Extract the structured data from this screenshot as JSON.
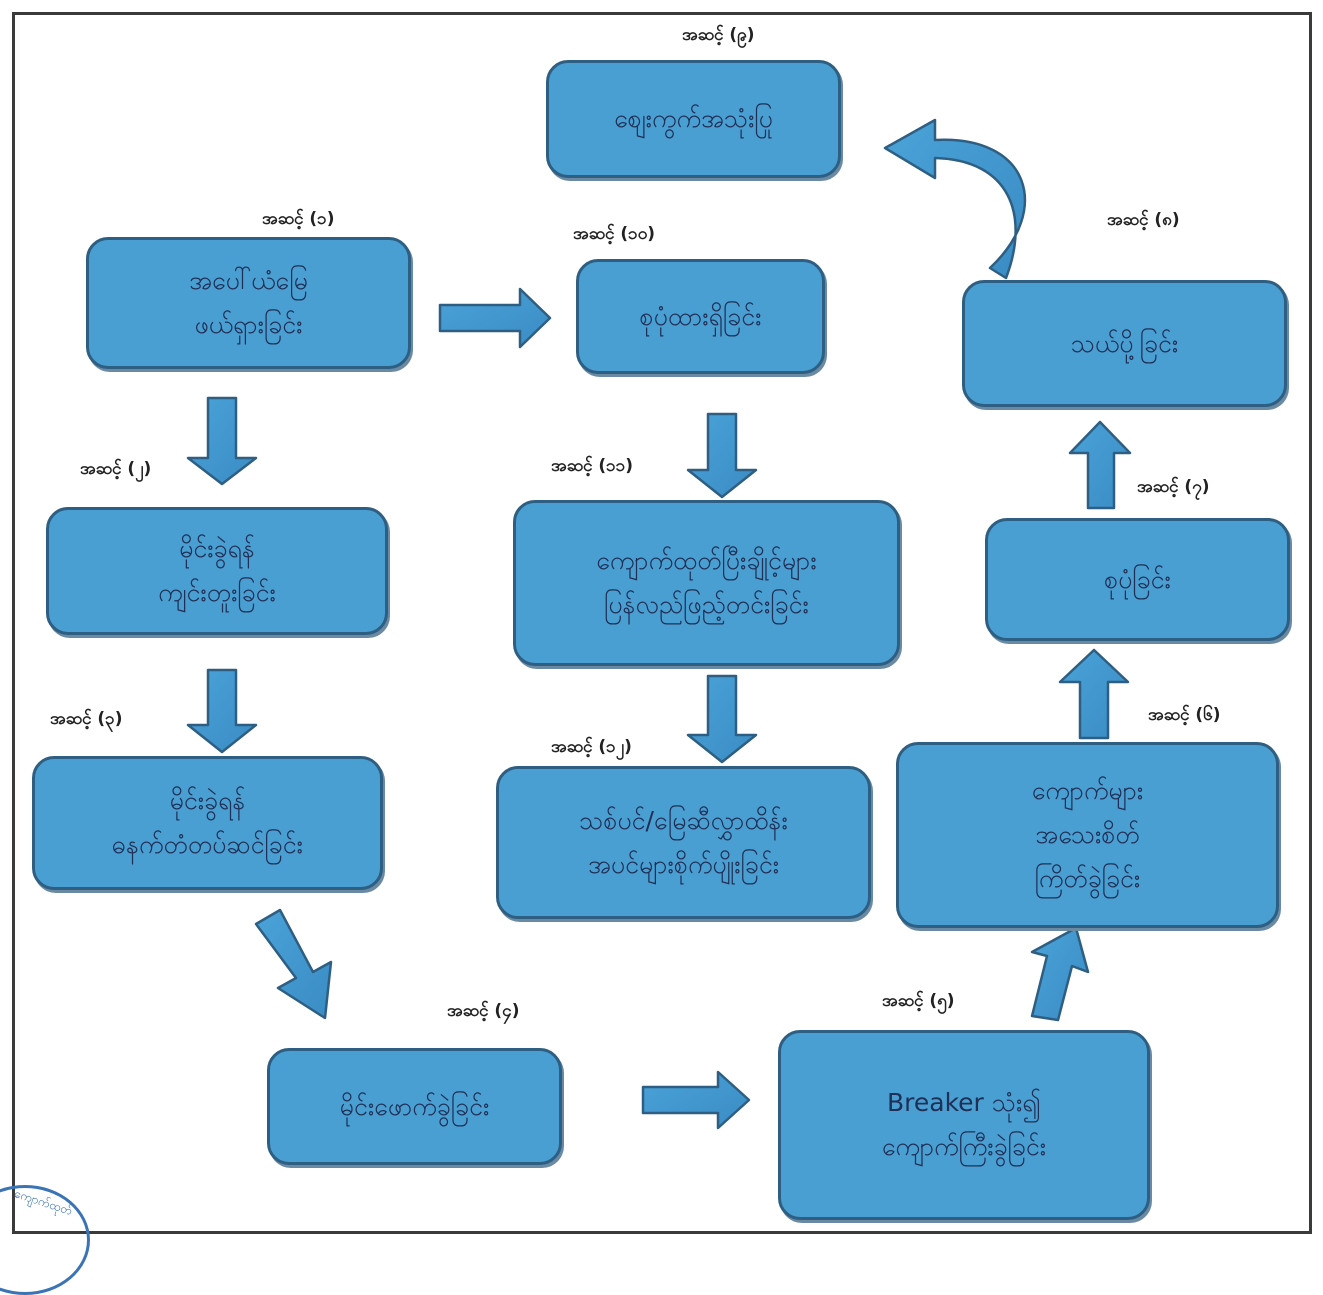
{
  "steps": {
    "s1": {
      "label": "အဆင့် (၁)",
      "lines": [
        "အပေါ်ယံမြေ",
        "ဖယ်ရှားခြင်း"
      ]
    },
    "s2": {
      "label": "အဆင့် (၂)",
      "lines": [
        "မိုင်းခွဲရန်",
        "ကျင်းတူးခြင်း"
      ]
    },
    "s3": {
      "label": "အဆင့် (၃)",
      "lines": [
        "မိုင်းခွဲရန်",
        "ဓနက်တံတပ်ဆင်ခြင်း"
      ]
    },
    "s4": {
      "label": "အဆင့် (၄)",
      "lines": [
        "မိုင်းဖောက်ခွဲခြင်း"
      ]
    },
    "s5": {
      "label": "အဆင့် (၅)",
      "lines": [
        "Breaker သုံး၍",
        "ကျောက်ကြီးခွဲခြင်း"
      ]
    },
    "s6": {
      "label": "အဆင့် (၆)",
      "lines": [
        "ကျောက်များ",
        "အသေးစိတ်",
        "ကြိတ်ခွဲခြင်း"
      ]
    },
    "s7": {
      "label": "အဆင့် (၇)",
      "lines": [
        "စုပုံခြင်း"
      ]
    },
    "s8": {
      "label": "အဆင့် (၈)",
      "lines": [
        "သယ်ပို့ခြင်း"
      ]
    },
    "s9": {
      "label": "အဆင့် (၉)",
      "lines": [
        "စျေးကွက်အသုံးပြု"
      ]
    },
    "s10": {
      "label": "အဆင့် (၁၀)",
      "lines": [
        "စုပုံထားရှိခြင်း"
      ]
    },
    "s11": {
      "label": "အဆင့် (၁၁)",
      "lines": [
        "ကျောက်ထုတ်ပြီးချိုင့်များ",
        "ပြန်လည်ဖြည့်တင်းခြင်း"
      ]
    },
    "s12": {
      "label": "အဆင့် (၁၂)",
      "lines": [
        "သစ်ပင်/မြေဆီလွှာထိန်း",
        "အပင်များစိုက်ပျိုးခြင်း"
      ]
    }
  },
  "seal_text": "ကျောက်ထုတ်"
}
